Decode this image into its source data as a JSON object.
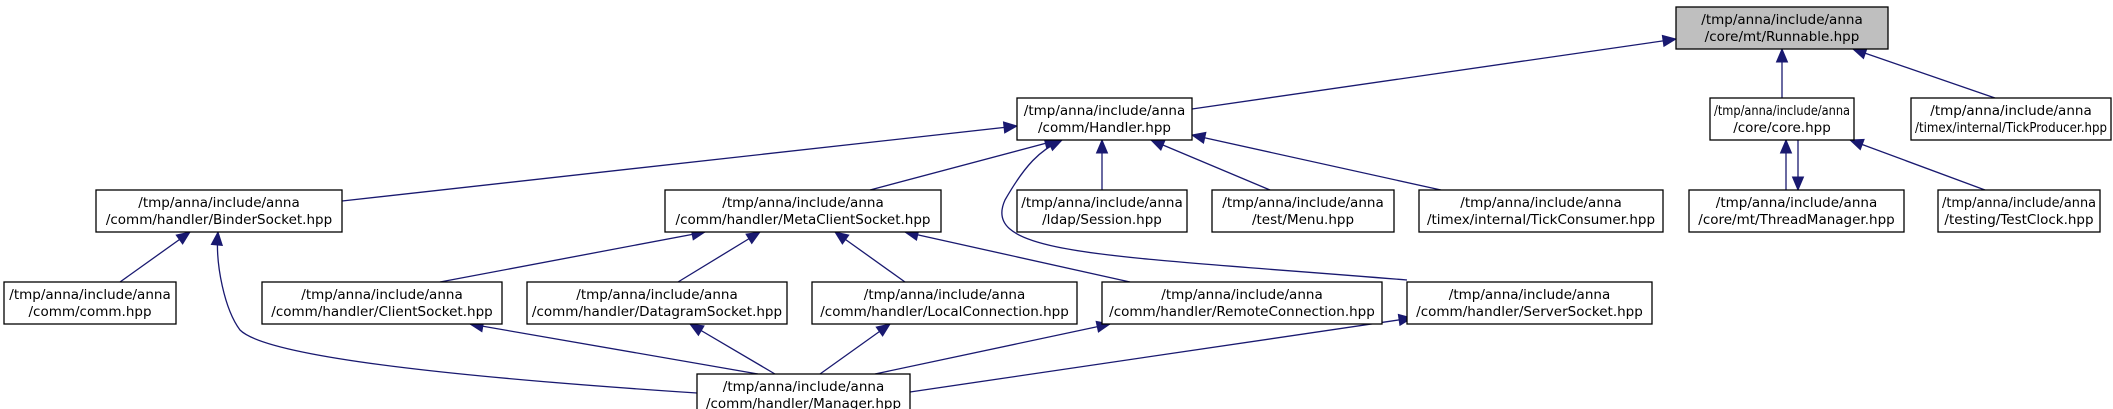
{
  "graph": {
    "title": "",
    "nodes": [
      {
        "id": "runnable",
        "line1": "/tmp/anna/include/anna",
        "line2": "/core/mt/Runnable.hpp",
        "current": true
      },
      {
        "id": "handler",
        "line1": "/tmp/anna/include/anna",
        "line2": "/comm/Handler.hpp"
      },
      {
        "id": "core",
        "line1": "/tmp/anna/include/anna",
        "line2": "/core/core.hpp"
      },
      {
        "id": "tickproducer",
        "line1": "/tmp/anna/include/anna",
        "line2": "/timex/internal/TickProducer.hpp"
      },
      {
        "id": "bindersocket",
        "line1": "/tmp/anna/include/anna",
        "line2": "/comm/handler/BinderSocket.hpp"
      },
      {
        "id": "metaclientsocket",
        "line1": "/tmp/anna/include/anna",
        "line2": "/comm/handler/MetaClientSocket.hpp"
      },
      {
        "id": "ldapsession",
        "line1": "/tmp/anna/include/anna",
        "line2": "/ldap/Session.hpp"
      },
      {
        "id": "testmenu",
        "line1": "/tmp/anna/include/anna",
        "line2": "/test/Menu.hpp"
      },
      {
        "id": "tickconsumer",
        "line1": "/tmp/anna/include/anna",
        "line2": "/timex/internal/TickConsumer.hpp"
      },
      {
        "id": "threadmanager",
        "line1": "/tmp/anna/include/anna",
        "line2": "/core/mt/ThreadManager.hpp"
      },
      {
        "id": "testclock",
        "line1": "/tmp/anna/include/anna",
        "line2": "/testing/TestClock.hpp"
      },
      {
        "id": "commcomm",
        "line1": "/tmp/anna/include/anna",
        "line2": "/comm/comm.hpp"
      },
      {
        "id": "clientsocket",
        "line1": "/tmp/anna/include/anna",
        "line2": "/comm/handler/ClientSocket.hpp"
      },
      {
        "id": "datagramsocket",
        "line1": "/tmp/anna/include/anna",
        "line2": "/comm/handler/DatagramSocket.hpp"
      },
      {
        "id": "localconnection",
        "line1": "/tmp/anna/include/anna",
        "line2": "/comm/handler/LocalConnection.hpp"
      },
      {
        "id": "remoteconnection",
        "line1": "/tmp/anna/include/anna",
        "line2": "/comm/handler/RemoteConnection.hpp"
      },
      {
        "id": "serversocket",
        "line1": "/tmp/anna/include/anna",
        "line2": "/comm/handler/ServerSocket.hpp"
      },
      {
        "id": "manager",
        "line1": "/tmp/anna/include/anna",
        "line2": "/comm/handler/Manager.hpp"
      }
    ],
    "edges": [
      {
        "from": "handler",
        "to": "runnable"
      },
      {
        "from": "core",
        "to": "runnable"
      },
      {
        "from": "tickproducer",
        "to": "runnable"
      },
      {
        "from": "bindersocket",
        "to": "handler"
      },
      {
        "from": "metaclientsocket",
        "to": "handler"
      },
      {
        "from": "ldapsession",
        "to": "handler"
      },
      {
        "from": "testmenu",
        "to": "handler"
      },
      {
        "from": "tickconsumer",
        "to": "handler"
      },
      {
        "from": "serversocket",
        "to": "handler"
      },
      {
        "from": "threadmanager",
        "to": "core"
      },
      {
        "from": "core",
        "to": "threadmanager"
      },
      {
        "from": "testclock",
        "to": "core"
      },
      {
        "from": "commcomm",
        "to": "bindersocket"
      },
      {
        "from": "manager",
        "to": "bindersocket"
      },
      {
        "from": "clientsocket",
        "to": "metaclientsocket"
      },
      {
        "from": "datagramsocket",
        "to": "metaclientsocket"
      },
      {
        "from": "localconnection",
        "to": "metaclientsocket"
      },
      {
        "from": "remoteconnection",
        "to": "metaclientsocket"
      },
      {
        "from": "manager",
        "to": "clientsocket"
      },
      {
        "from": "manager",
        "to": "datagramsocket"
      },
      {
        "from": "manager",
        "to": "localconnection"
      },
      {
        "from": "manager",
        "to": "remoteconnection"
      },
      {
        "from": "manager",
        "to": "serversocket"
      }
    ]
  }
}
